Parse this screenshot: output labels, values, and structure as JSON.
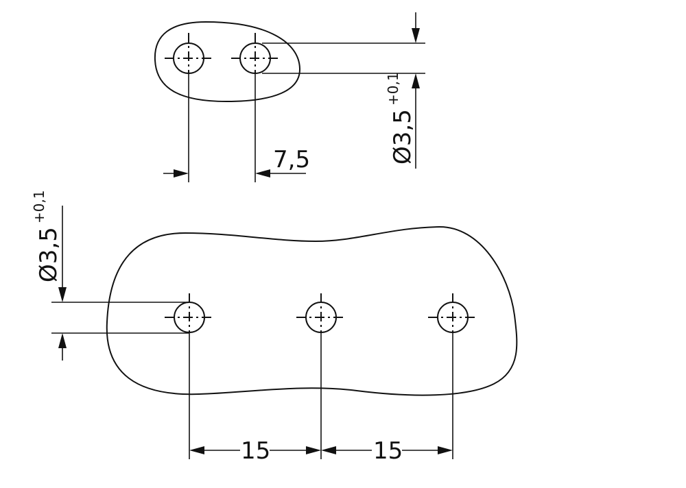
{
  "drawing": {
    "top_view": {
      "description": "2-pole plug footprint",
      "hole_pitch_label": "7,5",
      "hole_diameter_label": "Ø3,5",
      "hole_tolerance_label": "+0,1",
      "holes": 2
    },
    "bottom_view": {
      "description": "3-pole plug footprint",
      "hole_diameter_label": "Ø3,5",
      "hole_tolerance_label": "+0,1",
      "pitch_labels": [
        "15",
        "15"
      ],
      "holes": 3
    },
    "line_color": "#111111",
    "background_color": "#ffffff"
  }
}
